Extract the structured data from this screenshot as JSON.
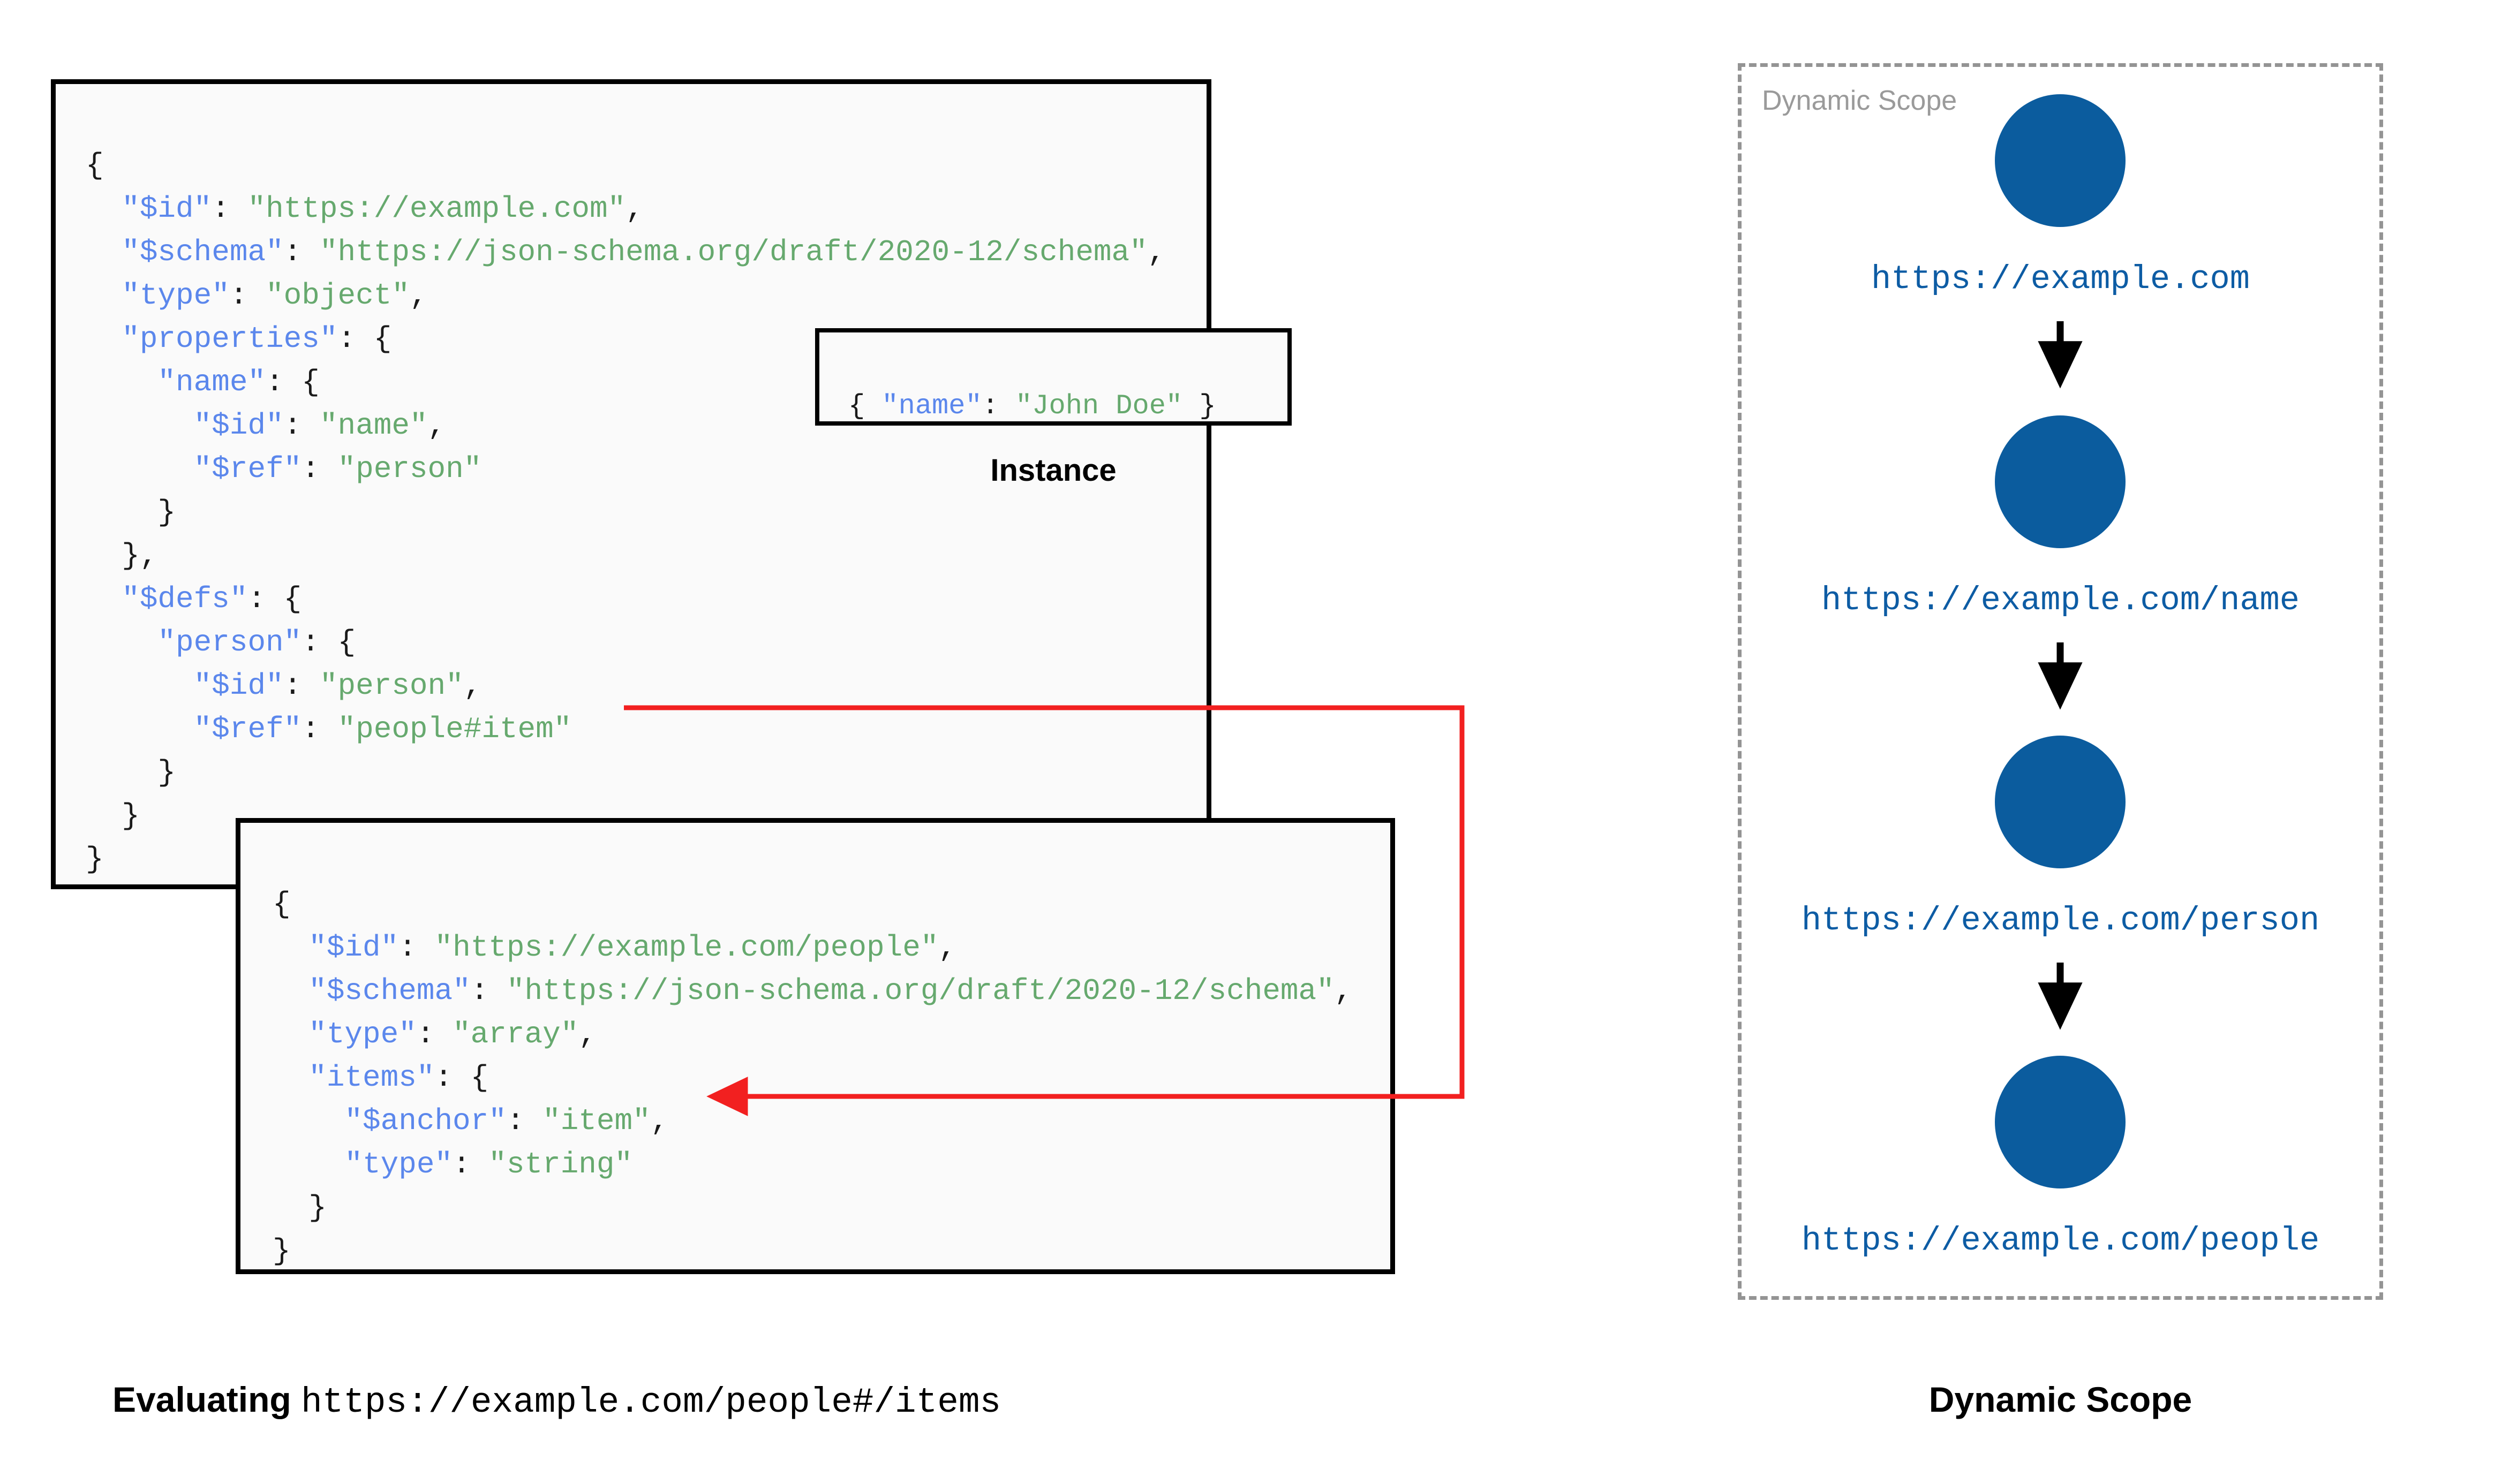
{
  "colors": {
    "json_key": "#5b87ec",
    "json_value": "#66a96e",
    "node_blue": "#0b5c9e",
    "label_blue": "#0d5ca4",
    "ref_arrow_red": "#f22020",
    "scope_border_gray": "#949494",
    "box_background": "#fafafa",
    "box_border": "#000000"
  },
  "root_schema": {
    "lines": [
      [
        {
          "t": "{",
          "c": "p"
        }
      ],
      [
        {
          "t": "  ",
          "c": "p"
        },
        {
          "t": "\"$id\"",
          "c": "k"
        },
        {
          "t": ": ",
          "c": "p"
        },
        {
          "t": "\"https://example.com\"",
          "c": "v"
        },
        {
          "t": ",",
          "c": "p"
        }
      ],
      [
        {
          "t": "  ",
          "c": "p"
        },
        {
          "t": "\"$schema\"",
          "c": "k"
        },
        {
          "t": ": ",
          "c": "p"
        },
        {
          "t": "\"https://json-schema.org/draft/2020-12/schema\"",
          "c": "v"
        },
        {
          "t": ",",
          "c": "p"
        }
      ],
      [
        {
          "t": "  ",
          "c": "p"
        },
        {
          "t": "\"type\"",
          "c": "k"
        },
        {
          "t": ": ",
          "c": "p"
        },
        {
          "t": "\"object\"",
          "c": "v"
        },
        {
          "t": ",",
          "c": "p"
        }
      ],
      [
        {
          "t": "  ",
          "c": "p"
        },
        {
          "t": "\"properties\"",
          "c": "k"
        },
        {
          "t": ": {",
          "c": "p"
        }
      ],
      [
        {
          "t": "    ",
          "c": "p"
        },
        {
          "t": "\"name\"",
          "c": "k"
        },
        {
          "t": ": {",
          "c": "p"
        }
      ],
      [
        {
          "t": "      ",
          "c": "p"
        },
        {
          "t": "\"$id\"",
          "c": "k"
        },
        {
          "t": ": ",
          "c": "p"
        },
        {
          "t": "\"name\"",
          "c": "v"
        },
        {
          "t": ",",
          "c": "p"
        }
      ],
      [
        {
          "t": "      ",
          "c": "p"
        },
        {
          "t": "\"$ref\"",
          "c": "k"
        },
        {
          "t": ": ",
          "c": "p"
        },
        {
          "t": "\"person\"",
          "c": "v"
        }
      ],
      [
        {
          "t": "    }",
          "c": "p"
        }
      ],
      [
        {
          "t": "  },",
          "c": "p"
        }
      ],
      [
        {
          "t": "  ",
          "c": "p"
        },
        {
          "t": "\"$defs\"",
          "c": "k"
        },
        {
          "t": ": {",
          "c": "p"
        }
      ],
      [
        {
          "t": "    ",
          "c": "p"
        },
        {
          "t": "\"person\"",
          "c": "k"
        },
        {
          "t": ": {",
          "c": "p"
        }
      ],
      [
        {
          "t": "      ",
          "c": "p"
        },
        {
          "t": "\"$id\"",
          "c": "k"
        },
        {
          "t": ": ",
          "c": "p"
        },
        {
          "t": "\"person\"",
          "c": "v"
        },
        {
          "t": ",",
          "c": "p"
        }
      ],
      [
        {
          "t": "      ",
          "c": "p"
        },
        {
          "t": "\"$ref\"",
          "c": "k"
        },
        {
          "t": ": ",
          "c": "p"
        },
        {
          "t": "\"people#item\"",
          "c": "v"
        }
      ],
      [
        {
          "t": "    }",
          "c": "p"
        }
      ],
      [
        {
          "t": "  }",
          "c": "p"
        }
      ],
      [
        {
          "t": "}",
          "c": "p"
        }
      ]
    ]
  },
  "instance": {
    "label": "Instance",
    "lines": [
      [
        {
          "t": "{ ",
          "c": "p"
        },
        {
          "t": "\"name\"",
          "c": "k"
        },
        {
          "t": ": ",
          "c": "p"
        },
        {
          "t": "\"John Doe\"",
          "c": "v"
        },
        {
          "t": " }",
          "c": "p"
        }
      ]
    ]
  },
  "people_schema": {
    "lines": [
      [
        {
          "t": "{",
          "c": "p"
        }
      ],
      [
        {
          "t": "  ",
          "c": "p"
        },
        {
          "t": "\"$id\"",
          "c": "k"
        },
        {
          "t": ": ",
          "c": "p"
        },
        {
          "t": "\"https://example.com/people\"",
          "c": "v"
        },
        {
          "t": ",",
          "c": "p"
        }
      ],
      [
        {
          "t": "  ",
          "c": "p"
        },
        {
          "t": "\"$schema\"",
          "c": "k"
        },
        {
          "t": ": ",
          "c": "p"
        },
        {
          "t": "\"https://json-schema.org/draft/2020-12/schema\"",
          "c": "v"
        },
        {
          "t": ",",
          "c": "p"
        }
      ],
      [
        {
          "t": "  ",
          "c": "p"
        },
        {
          "t": "\"type\"",
          "c": "k"
        },
        {
          "t": ": ",
          "c": "p"
        },
        {
          "t": "\"array\"",
          "c": "v"
        },
        {
          "t": ",",
          "c": "p"
        }
      ],
      [
        {
          "t": "  ",
          "c": "p"
        },
        {
          "t": "\"items\"",
          "c": "k"
        },
        {
          "t": ": {",
          "c": "p"
        }
      ],
      [
        {
          "t": "    ",
          "c": "p"
        },
        {
          "t": "\"$anchor\"",
          "c": "k"
        },
        {
          "t": ": ",
          "c": "p"
        },
        {
          "t": "\"item\"",
          "c": "v"
        },
        {
          "t": ",",
          "c": "p"
        }
      ],
      [
        {
          "t": "    ",
          "c": "p"
        },
        {
          "t": "\"type\"",
          "c": "k"
        },
        {
          "t": ": ",
          "c": "p"
        },
        {
          "t": "\"string\"",
          "c": "v"
        }
      ],
      [
        {
          "t": "  }",
          "c": "p"
        }
      ],
      [
        {
          "t": "}",
          "c": "p"
        }
      ]
    ]
  },
  "dynamic_scope": {
    "inner_label": "Dynamic Scope",
    "caption": "Dynamic Scope",
    "nodes": [
      {
        "label": "https://example.com"
      },
      {
        "label": "https://example.com/name"
      },
      {
        "label": "https://example.com/person"
      },
      {
        "label": "https://example.com/people"
      }
    ]
  },
  "evaluating_caption": {
    "prefix": "Evaluating ",
    "uri": "https://example.com/people#/items"
  }
}
